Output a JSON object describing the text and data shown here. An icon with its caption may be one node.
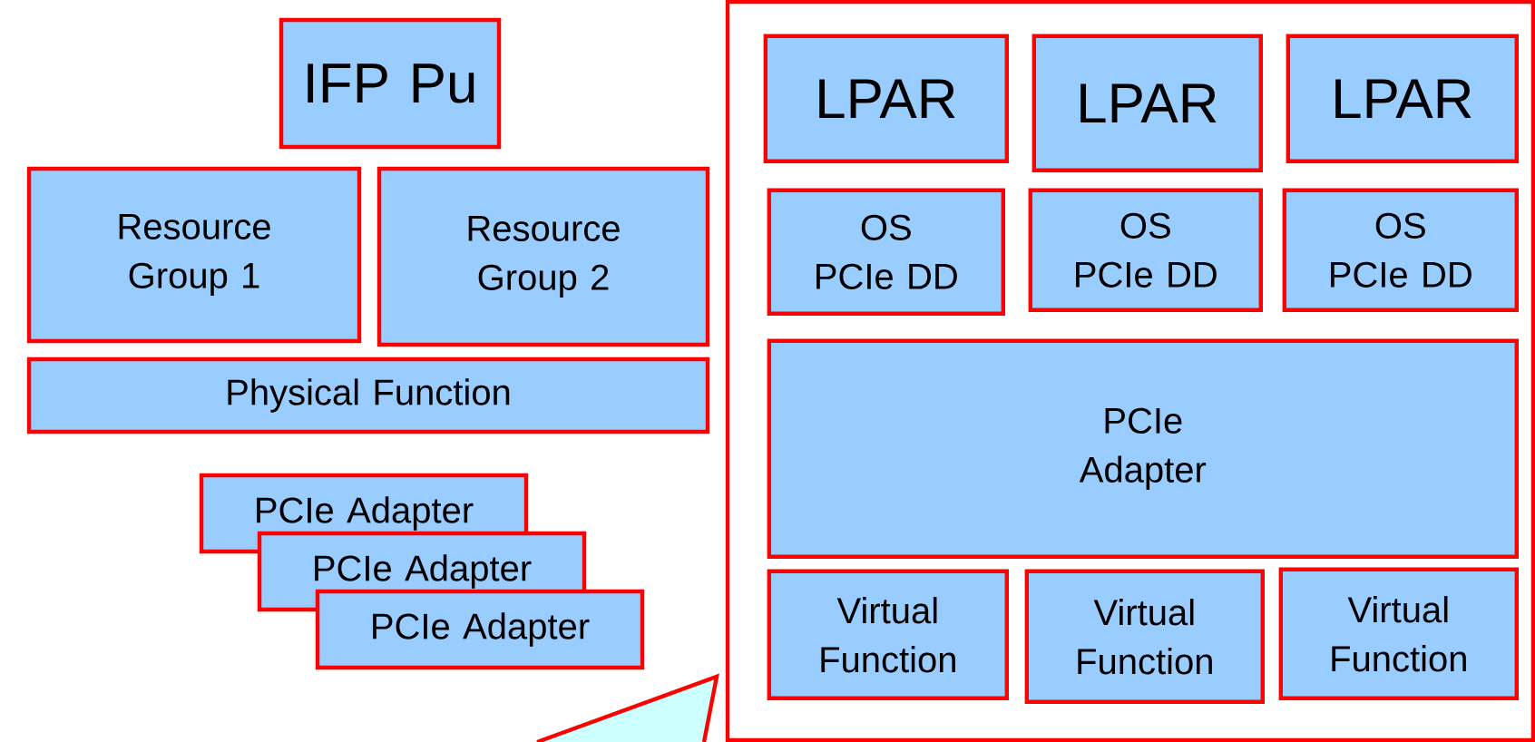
{
  "diagram": {
    "nodes": [
      {
        "text": [
          "IFP Pu"
        ]
      },
      {
        "text": [
          "Resource Group 1"
        ]
      },
      {
        "text": [
          "Resource Group 2"
        ]
      },
      {
        "text": [
          "Physical Function"
        ]
      },
      {
        "text": [
          "PCIe Adapter"
        ]
      },
      {
        "text": [
          "PCIe Adapter"
        ]
      },
      {
        "text": [
          "PCIe Adapter"
        ]
      },
      {
        "text": [],
        "shape": "box"
      },
      {
        "text": [
          "LPAR"
        ],
        "in": 7
      },
      {
        "text": [
          "LPAR"
        ],
        "in": 7
      },
      {
        "text": [
          "LPAR"
        ],
        "in": 7
      },
      {
        "text": [
          "OS PCIe DD"
        ],
        "in": 7
      },
      {
        "text": [
          "OS PCIe DD"
        ],
        "in": 7
      },
      {
        "text": [
          "OS PCIe DD"
        ],
        "in": 7
      },
      {
        "text": [
          "PCIe Adapter"
        ],
        "in": 7
      },
      {
        "text": [
          "Virtual Function"
        ],
        "in": 7
      },
      {
        "text": [
          "Virtual Function"
        ],
        "in": 7
      },
      {
        "text": [
          "Virtual Function"
        ],
        "in": 7
      }
    ]
  }
}
